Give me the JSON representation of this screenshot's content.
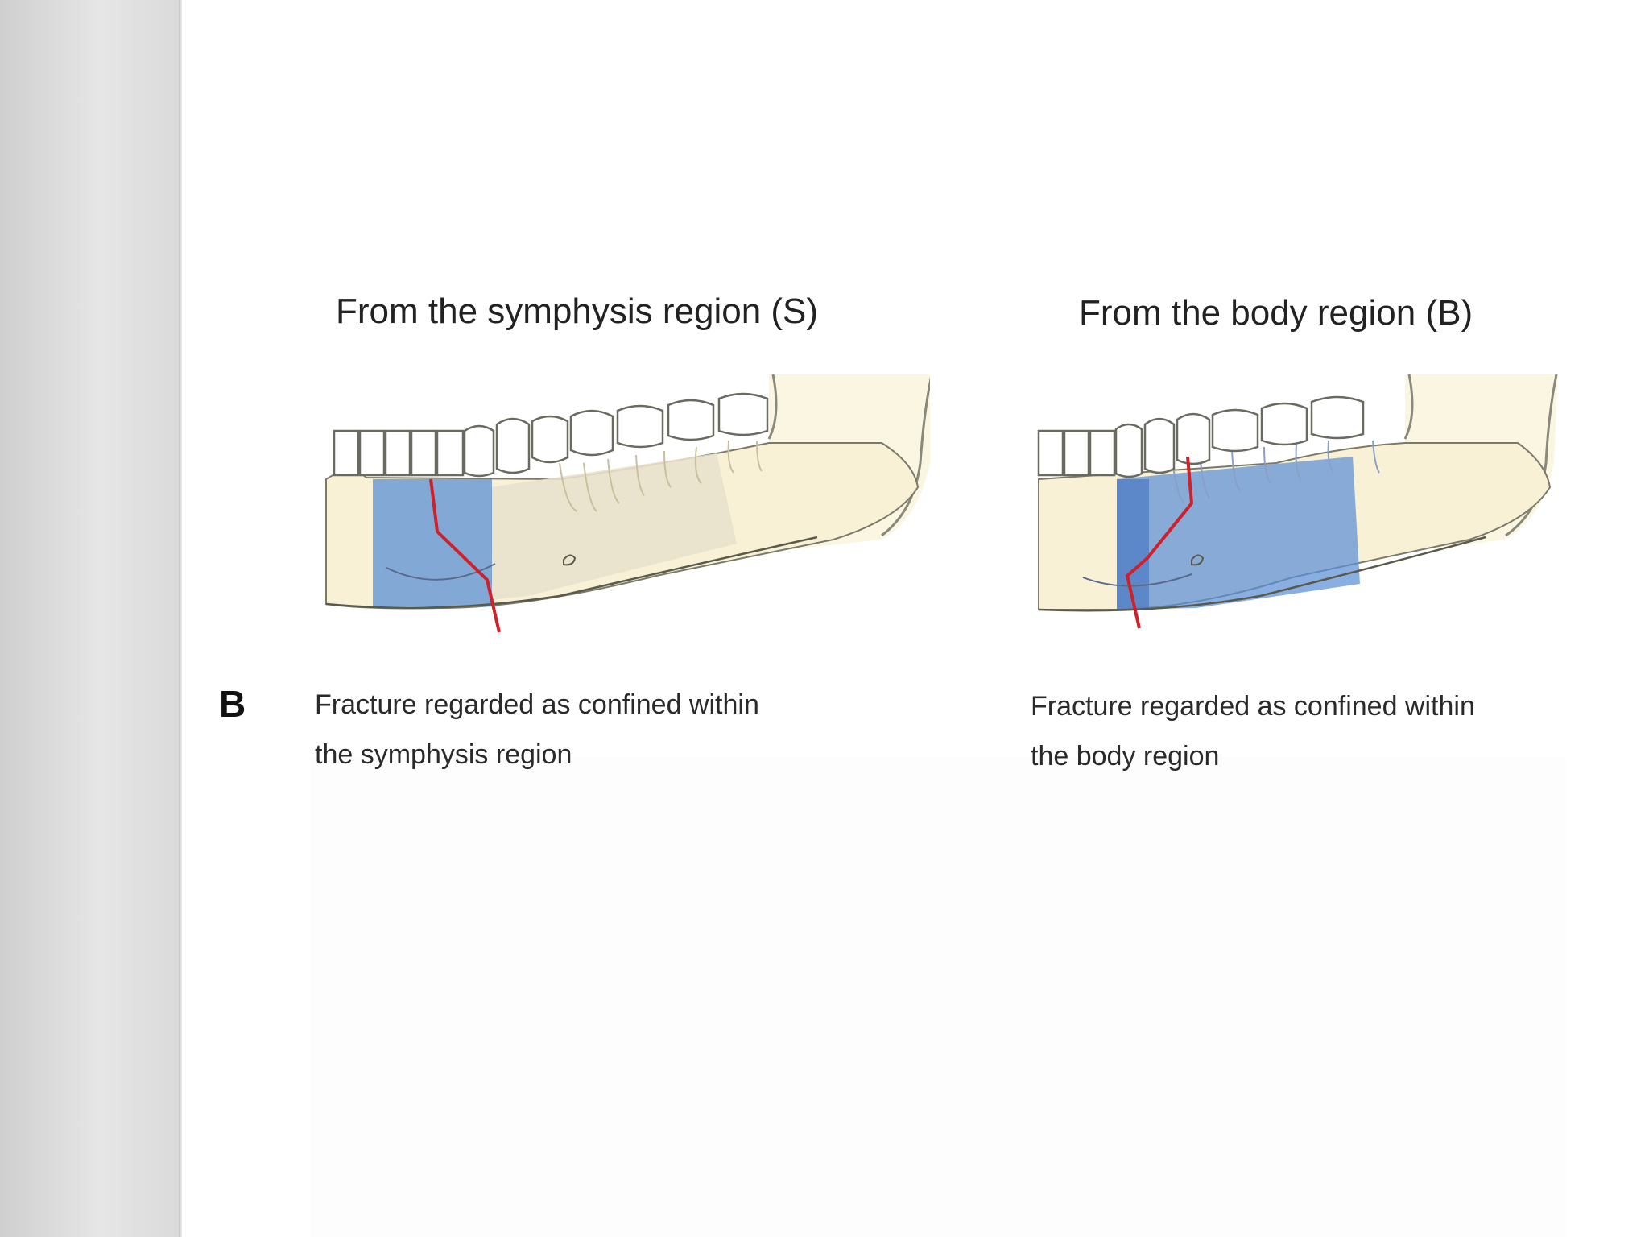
{
  "figure": {
    "panel_letter": "B",
    "panels": [
      {
        "title": "From the symphysis region (S)",
        "caption_line1": "Fracture regarded as confined within",
        "caption_line2": "the symphysis region"
      },
      {
        "title": "From the body region (B)",
        "caption_line1": "Fracture regarded as confined within",
        "caption_line2": "the body region"
      }
    ]
  },
  "colors": {
    "bone": "#f8f1d6",
    "bone_outline": "#7a7a6a",
    "region_blue": "#5b8fd6",
    "region_dark_blue": "#3f6fc0",
    "fracture_line": "#d0202a",
    "tooth": "#ffffff",
    "root": "#e8e2c8"
  }
}
